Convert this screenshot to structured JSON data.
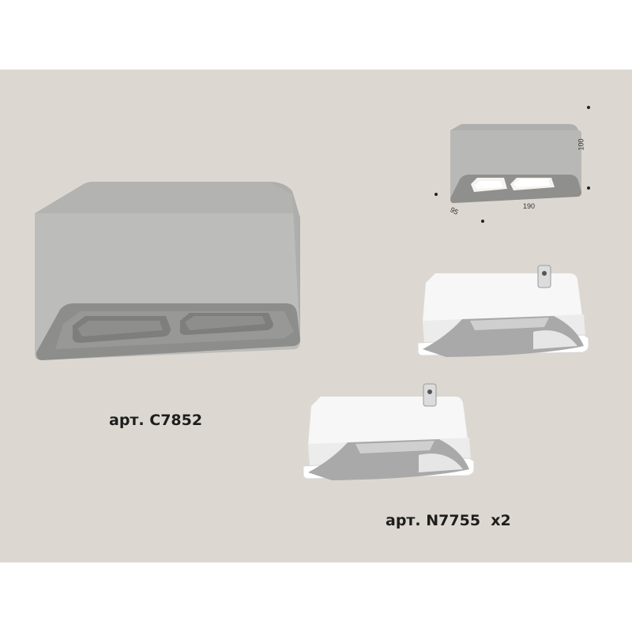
{
  "products": {
    "housing": {
      "article": "арт. C7852"
    },
    "insert": {
      "article": "арт. N7755  x2"
    }
  },
  "dimensions": {
    "depth": "95",
    "width": "190",
    "height": "100"
  },
  "colors": {
    "background": "#dcd8d1",
    "housing_body": "#b9b9b7",
    "insert_white": "#f5f5f5",
    "insert_reflector": "#a8a8a8"
  }
}
